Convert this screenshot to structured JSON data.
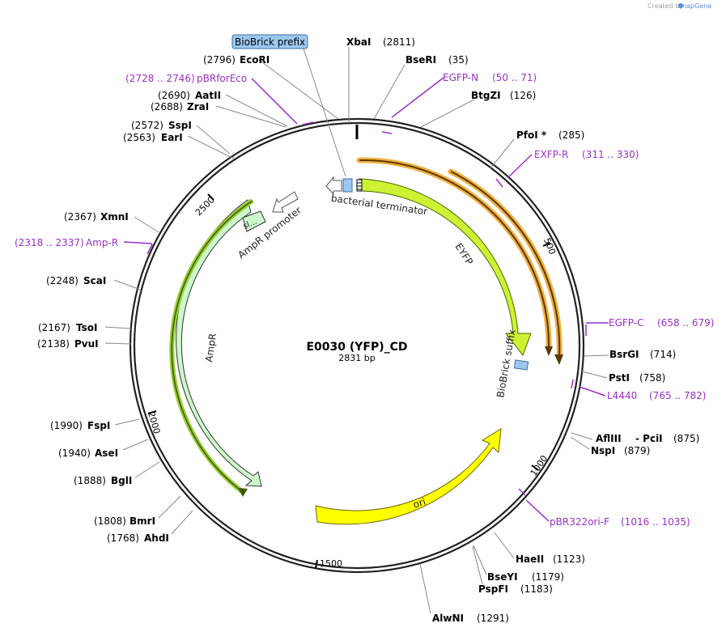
{
  "credit": {
    "prefix": "Created by",
    "brand": "SnapGene"
  },
  "plasmid": {
    "name": "E0030 (YFP)_CD",
    "length_label": "2831 bp"
  },
  "colors": {
    "primer": "#9b30c8",
    "ring": "#222222",
    "yfp": "#ccf233",
    "ampr": "#ccf8cc",
    "ori": "#ffff00",
    "orange": "#f0b040",
    "biobrick": "#9cc8f0"
  },
  "biobrick_prefix": "BioBrick prefix",
  "ticks": [
    {
      "label": "500"
    },
    {
      "label": "1000"
    },
    {
      "label": "1500"
    },
    {
      "label": "2000"
    },
    {
      "label": "2500"
    }
  ],
  "sites": [
    {
      "name": "XbaI",
      "pos": "(2811)"
    },
    {
      "name": "BseRI",
      "pos": "(35)"
    },
    {
      "name": "BtgZI",
      "pos": "(126)"
    },
    {
      "name": "PfoI *",
      "pos": "(285)"
    },
    {
      "name": "BsrGI",
      "pos": "(714)"
    },
    {
      "name": "PstI",
      "pos": "(758)"
    },
    {
      "name": "AflIII",
      "name2": "- PciI",
      "pos": "(875)"
    },
    {
      "name": "NspI",
      "pos": "(879)"
    },
    {
      "name": "HaeII",
      "pos": "(1123)"
    },
    {
      "name": "BseYI",
      "pos": "(1179)"
    },
    {
      "name": "PspFI",
      "pos": "(1183)"
    },
    {
      "name": "AlwNI",
      "pos": "(1291)"
    },
    {
      "name": "AhdI",
      "pos": "(1768)"
    },
    {
      "name": "BmrI",
      "pos": "(1808)"
    },
    {
      "name": "BglI",
      "pos": "(1888)"
    },
    {
      "name": "AseI",
      "pos": "(1940)"
    },
    {
      "name": "FspI",
      "pos": "(1990)"
    },
    {
      "name": "PvuI",
      "pos": "(2138)"
    },
    {
      "name": "TsoI",
      "pos": "(2167)"
    },
    {
      "name": "ScaI",
      "pos": "(2248)"
    },
    {
      "name": "XmnI",
      "pos": "(2367)"
    },
    {
      "name": "EarI",
      "pos": "(2563)"
    },
    {
      "name": "SspI",
      "pos": "(2572)"
    },
    {
      "name": "ZraI",
      "pos": "(2688)"
    },
    {
      "name": "AatII",
      "pos": "(2690)"
    },
    {
      "name": "EcoRI",
      "pos": "(2796)"
    }
  ],
  "primers": [
    {
      "name": "EGFP-N",
      "range": "(50 .. 71)"
    },
    {
      "name": "EXFP-R",
      "range": "(311 .. 330)"
    },
    {
      "name": "EGFP-C",
      "range": "(658 .. 679)"
    },
    {
      "name": "L4440",
      "range": "(765 .. 782)"
    },
    {
      "name": "pBR322ori-F",
      "range": "(1016 .. 1035)"
    },
    {
      "name": "Amp-R",
      "range": "(2318 .. 2337)"
    },
    {
      "name": "pBRforEco",
      "range": "(2728 .. 2746)"
    }
  ],
  "features": [
    {
      "name": "bacterial terminator"
    },
    {
      "name": "EYFP"
    },
    {
      "name": "BioBrick suffix"
    },
    {
      "name": "ori"
    },
    {
      "name": "AmpR"
    },
    {
      "name": "AmpR promoter"
    },
    {
      "name": "sl..."
    }
  ]
}
